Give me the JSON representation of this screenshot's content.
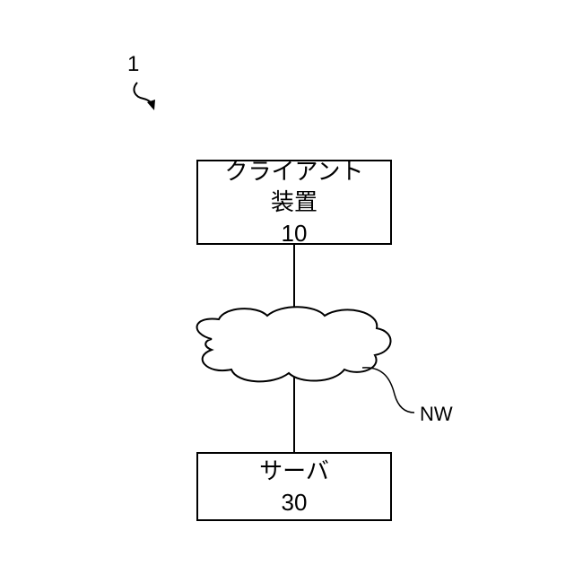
{
  "figure": {
    "reference_number": "1",
    "client": {
      "name_line1": "クライアント",
      "name_line2": "装置",
      "number": "10"
    },
    "server": {
      "name": "サーバ",
      "number": "30"
    },
    "network": {
      "label": "NW"
    }
  }
}
